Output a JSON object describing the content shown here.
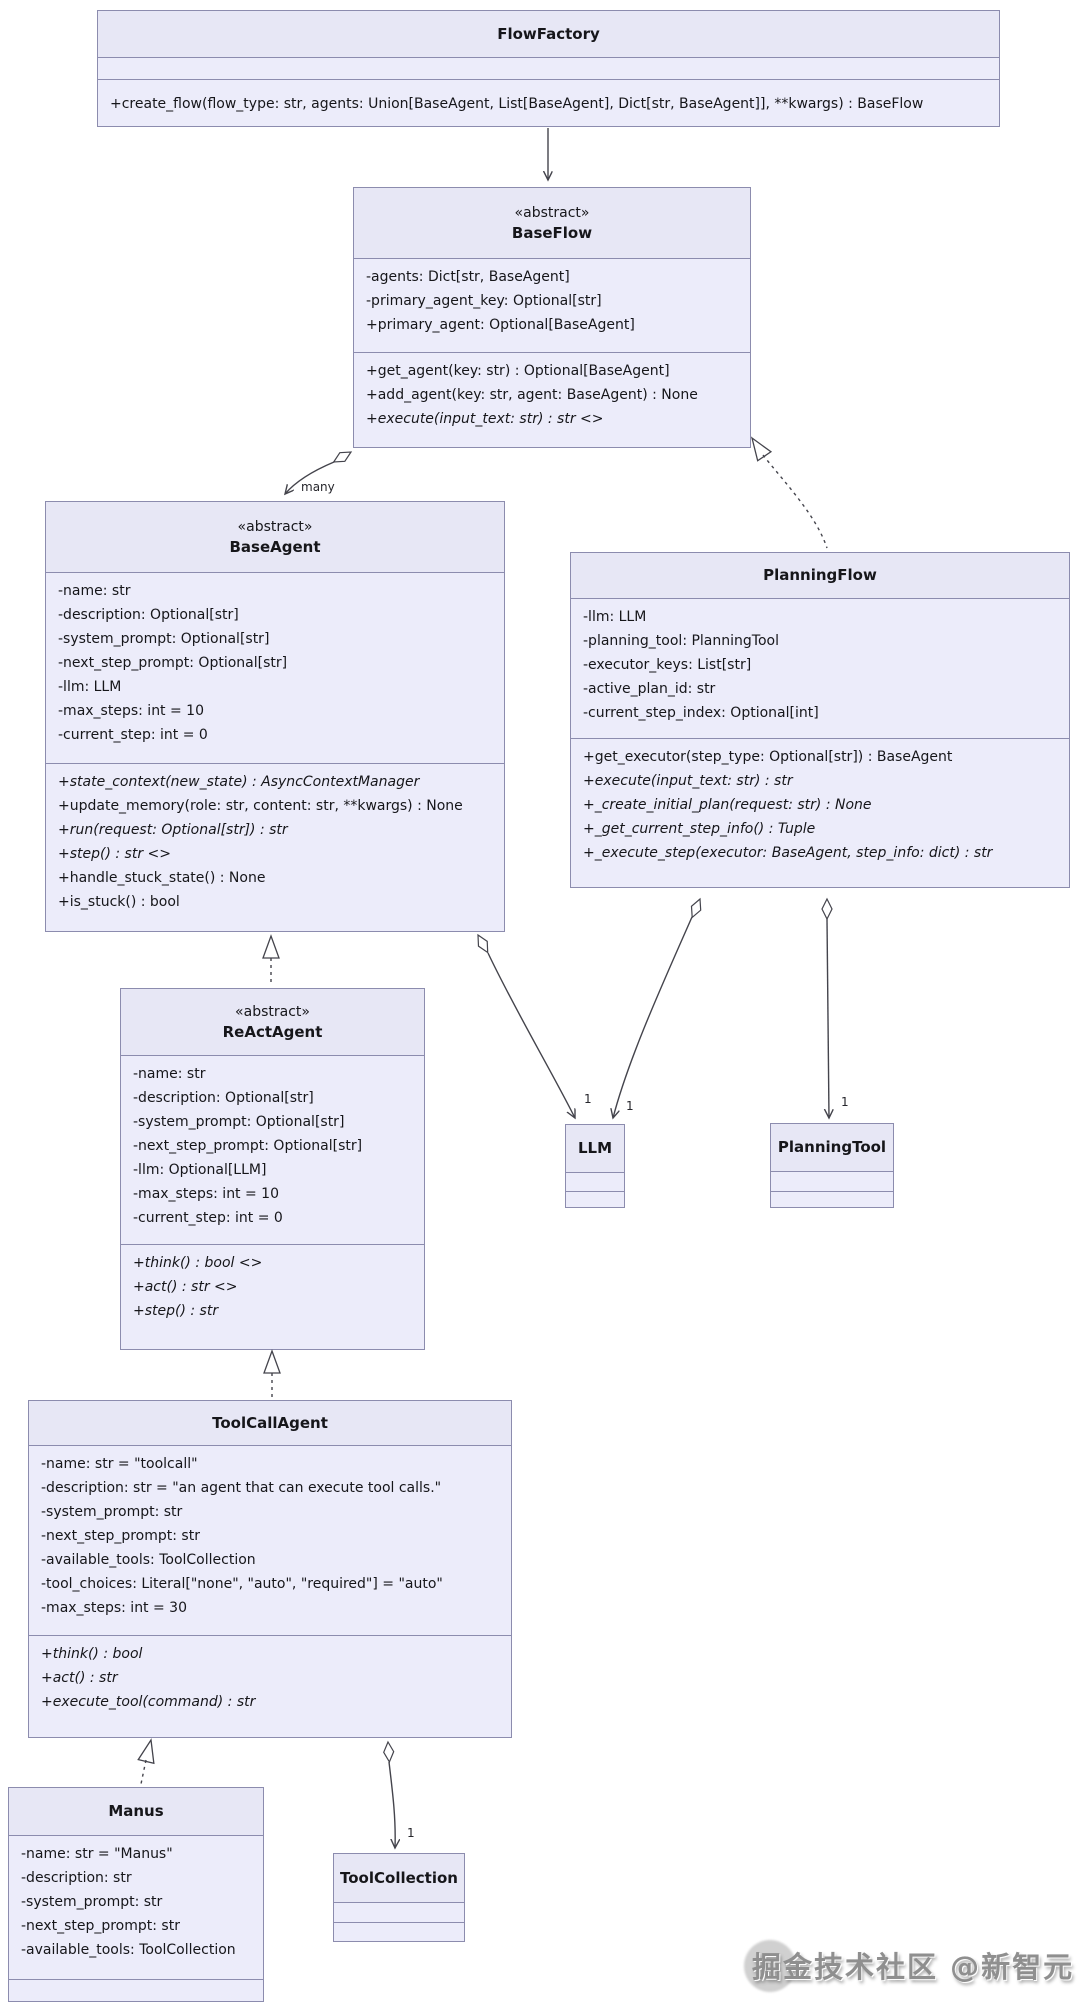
{
  "colors": {
    "box_fill": "#ececfa",
    "box_header_fill": "#e7e7f5",
    "box_border": "#8c8cae",
    "edge_color": "#44444c",
    "text_color": "#16161a",
    "watermark_color": "#8f8f8f",
    "background": "#ffffff"
  },
  "classes": {
    "flow_factory": {
      "name": "FlowFactory",
      "methods": [
        "+create_flow(flow_type: str, agents: Union[BaseAgent, List[BaseAgent], Dict[str, BaseAgent]], **kwargs) : BaseFlow"
      ]
    },
    "base_flow": {
      "stereotype": "«abstract»",
      "name": "BaseFlow",
      "attributes": [
        "-agents: Dict[str, BaseAgent]",
        "-primary_agent_key: Optional[str]",
        "+primary_agent: Optional[BaseAgent]"
      ],
      "methods": [
        "+get_agent(key: str) : Optional[BaseAgent]",
        "+add_agent(key: str, agent: BaseAgent) : None",
        "+execute(input_text: str) : str <>"
      ]
    },
    "base_agent": {
      "stereotype": "«abstract»",
      "name": "BaseAgent",
      "attributes": [
        "-name: str",
        "-description: Optional[str]",
        "-system_prompt: Optional[str]",
        "-next_step_prompt: Optional[str]",
        "-llm: LLM",
        "-max_steps: int = 10",
        "-current_step: int = 0"
      ],
      "methods": [
        "+state_context(new_state) : AsyncContextManager",
        "+update_memory(role: str, content: str, **kwargs) : None",
        "+run(request: Optional[str]) : str",
        "+step() : str <>",
        "+handle_stuck_state() : None",
        "+is_stuck() : bool"
      ]
    },
    "planning_flow": {
      "name": "PlanningFlow",
      "attributes": [
        "-llm: LLM",
        "-planning_tool: PlanningTool",
        "-executor_keys: List[str]",
        "-active_plan_id: str",
        "-current_step_index: Optional[int]"
      ],
      "methods": [
        "+get_executor(step_type: Optional[str]) : BaseAgent",
        "+execute(input_text: str) : str",
        "+_create_initial_plan(request: str) : None",
        "+_get_current_step_info() : Tuple",
        "+_execute_step(executor: BaseAgent, step_info: dict) : str"
      ]
    },
    "react_agent": {
      "stereotype": "«abstract»",
      "name": "ReActAgent",
      "attributes": [
        "-name: str",
        "-description: Optional[str]",
        "-system_prompt: Optional[str]",
        "-next_step_prompt: Optional[str]",
        "-llm: Optional[LLM]",
        "-max_steps: int = 10",
        "-current_step: int = 0"
      ],
      "methods": [
        "+think() : bool <>",
        "+act() : str <>",
        "+step() : str"
      ]
    },
    "llm": {
      "name": "LLM"
    },
    "planning_tool": {
      "name": "PlanningTool"
    },
    "tool_call_agent": {
      "name": "ToolCallAgent",
      "attributes": [
        "-name: str = \"toolcall\"",
        "-description: str = \"an agent that can execute tool calls.\"",
        "-system_prompt: str",
        "-next_step_prompt: str",
        "-available_tools: ToolCollection",
        "-tool_choices: Literal[\"none\", \"auto\", \"required\"] = \"auto\"",
        "-max_steps: int = 30"
      ],
      "methods": [
        "+think() : bool",
        "+act() : str",
        "+execute_tool(command) : str"
      ]
    },
    "manus": {
      "name": "Manus",
      "attributes": [
        "-name: str = \"Manus\"",
        "-description: str",
        "-system_prompt: str",
        "-next_step_prompt: str",
        "-available_tools: ToolCollection"
      ]
    },
    "tool_collection": {
      "name": "ToolCollection"
    }
  },
  "edges": {
    "flowfactory_baseflow": {
      "type": "association-arrow",
      "label": ""
    },
    "baseflow_baseagent": {
      "type": "aggregation-arrow",
      "label": "many"
    },
    "planningflow_baseflow": {
      "type": "realization-dashed-triangle",
      "label": ""
    },
    "reactagent_baseagent": {
      "type": "realization-dashed-triangle",
      "label": ""
    },
    "toolcallagent_reactagent": {
      "type": "realization-dashed-triangle",
      "label": ""
    },
    "manus_toolcallagent": {
      "type": "realization-dashed-triangle",
      "label": ""
    },
    "baseagent_llm": {
      "type": "aggregation-arrow",
      "label": "1"
    },
    "planningflow_llm": {
      "type": "aggregation-arrow",
      "label": "1"
    },
    "planningflow_planningtool": {
      "type": "aggregation-arrow",
      "label": "1"
    },
    "toolcallagent_toolcollection": {
      "type": "aggregation-arrow",
      "label": "1"
    }
  },
  "watermark": {
    "text": "掘金技术社区 @新智元"
  }
}
